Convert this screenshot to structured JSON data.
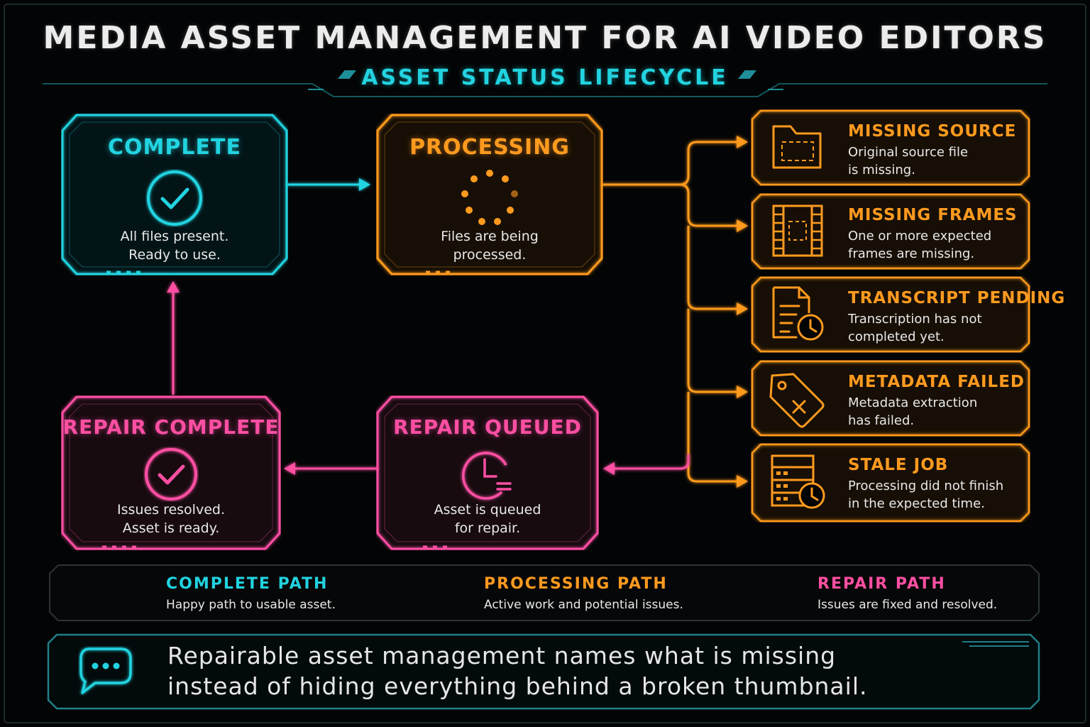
{
  "title": "MEDIA ASSET MANAGEMENT FOR AI VIDEO EDITORS",
  "subtitle": "ASSET STATUS LIFECYCLE",
  "colors": {
    "complete": "#22d3e0",
    "processing": "#ff9a1f",
    "repair": "#ff4fa3",
    "background": "#030405"
  },
  "states": {
    "complete": {
      "title": "COMPLETE",
      "icon": "check-circle-icon",
      "desc_line1": "All files present.",
      "desc_line2": "Ready to use."
    },
    "processing": {
      "title": "PROCESSING",
      "icon": "spinner-icon",
      "desc_line1": "Files are being",
      "desc_line2": "processed."
    },
    "repair_queued": {
      "title": "REPAIR QUEUED",
      "icon": "clock-list-icon",
      "desc_line1": "Asset is queued",
      "desc_line2": "for repair."
    },
    "repair_complete": {
      "title": "REPAIR COMPLETE",
      "icon": "check-circle-icon",
      "desc_line1": "Issues resolved.",
      "desc_line2": "Asset is ready."
    }
  },
  "issues": [
    {
      "title": "MISSING SOURCE",
      "icon": "folder-icon",
      "desc_line1": "Original source file",
      "desc_line2": "is missing."
    },
    {
      "title": "MISSING FRAMES",
      "icon": "film-strip-icon",
      "desc_line1": "One or more expected",
      "desc_line2": "frames are missing."
    },
    {
      "title": "TRANSCRIPT PENDING",
      "icon": "document-clock-icon",
      "desc_line1": "Transcription has not",
      "desc_line2": "completed yet."
    },
    {
      "title": "METADATA FAILED",
      "icon": "tag-x-icon",
      "desc_line1": "Metadata extraction",
      "desc_line2": "has failed."
    },
    {
      "title": "STALE JOB",
      "icon": "server-clock-icon",
      "desc_line1": "Processing did not finish",
      "desc_line2": "in the expected time."
    }
  ],
  "legend": [
    {
      "title": "COMPLETE PATH",
      "desc": "Happy path to usable asset.",
      "color": "#22d3e0"
    },
    {
      "title": "PROCESSING PATH",
      "desc": "Active work and potential issues.",
      "color": "#ff9a1f"
    },
    {
      "title": "REPAIR PATH",
      "desc": "Issues are fixed and resolved.",
      "color": "#ff4fa3"
    }
  ],
  "banner": {
    "icon": "chat-bubble-icon",
    "line1": "Repairable asset management names what is missing",
    "line2": "instead of hiding everything behind a broken thumbnail."
  }
}
